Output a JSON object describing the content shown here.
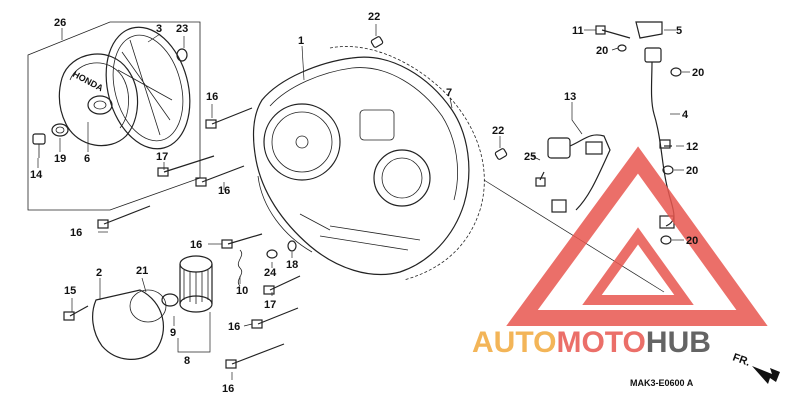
{
  "callouts": [
    {
      "id": "c26",
      "text": "26"
    },
    {
      "id": "c3",
      "text": "3"
    },
    {
      "id": "c23",
      "text": "23"
    },
    {
      "id": "c22a",
      "text": "22"
    },
    {
      "id": "c1",
      "text": "1"
    },
    {
      "id": "c11",
      "text": "11"
    },
    {
      "id": "c5",
      "text": "5"
    },
    {
      "id": "c20a",
      "text": "20"
    },
    {
      "id": "c20b",
      "text": "20"
    },
    {
      "id": "c7",
      "text": "7"
    },
    {
      "id": "c13",
      "text": "13"
    },
    {
      "id": "c4",
      "text": "4"
    },
    {
      "id": "c16a",
      "text": "16"
    },
    {
      "id": "c22b",
      "text": "22"
    },
    {
      "id": "c12",
      "text": "12"
    },
    {
      "id": "c14",
      "text": "14"
    },
    {
      "id": "c19",
      "text": "19"
    },
    {
      "id": "c6",
      "text": "6"
    },
    {
      "id": "c17a",
      "text": "17"
    },
    {
      "id": "c16b",
      "text": "16"
    },
    {
      "id": "c25",
      "text": "25"
    },
    {
      "id": "c20c",
      "text": "20"
    },
    {
      "id": "c16c",
      "text": "16"
    },
    {
      "id": "c16d",
      "text": "16"
    },
    {
      "id": "c24",
      "text": "24"
    },
    {
      "id": "c18",
      "text": "18"
    },
    {
      "id": "c20d",
      "text": "20"
    },
    {
      "id": "c2",
      "text": "2"
    },
    {
      "id": "c21",
      "text": "21"
    },
    {
      "id": "c10",
      "text": "10"
    },
    {
      "id": "c15",
      "text": "15"
    },
    {
      "id": "c17b",
      "text": "17"
    },
    {
      "id": "c9",
      "text": "9"
    },
    {
      "id": "c16e",
      "text": "16"
    },
    {
      "id": "c8",
      "text": "8"
    },
    {
      "id": "c16f",
      "text": "16"
    }
  ],
  "engraving": "HONDA",
  "direction_label": "FR.",
  "diagram_code": "MAK3-E0600 A",
  "watermark": {
    "part1": "AUTO",
    "part2": "MOTO",
    "part3": "HUB",
    "colors": {
      "orange": "#f2a93b",
      "red": "#e8574f",
      "dark": "#4a4a4a",
      "triangle": "#e8574f"
    }
  }
}
